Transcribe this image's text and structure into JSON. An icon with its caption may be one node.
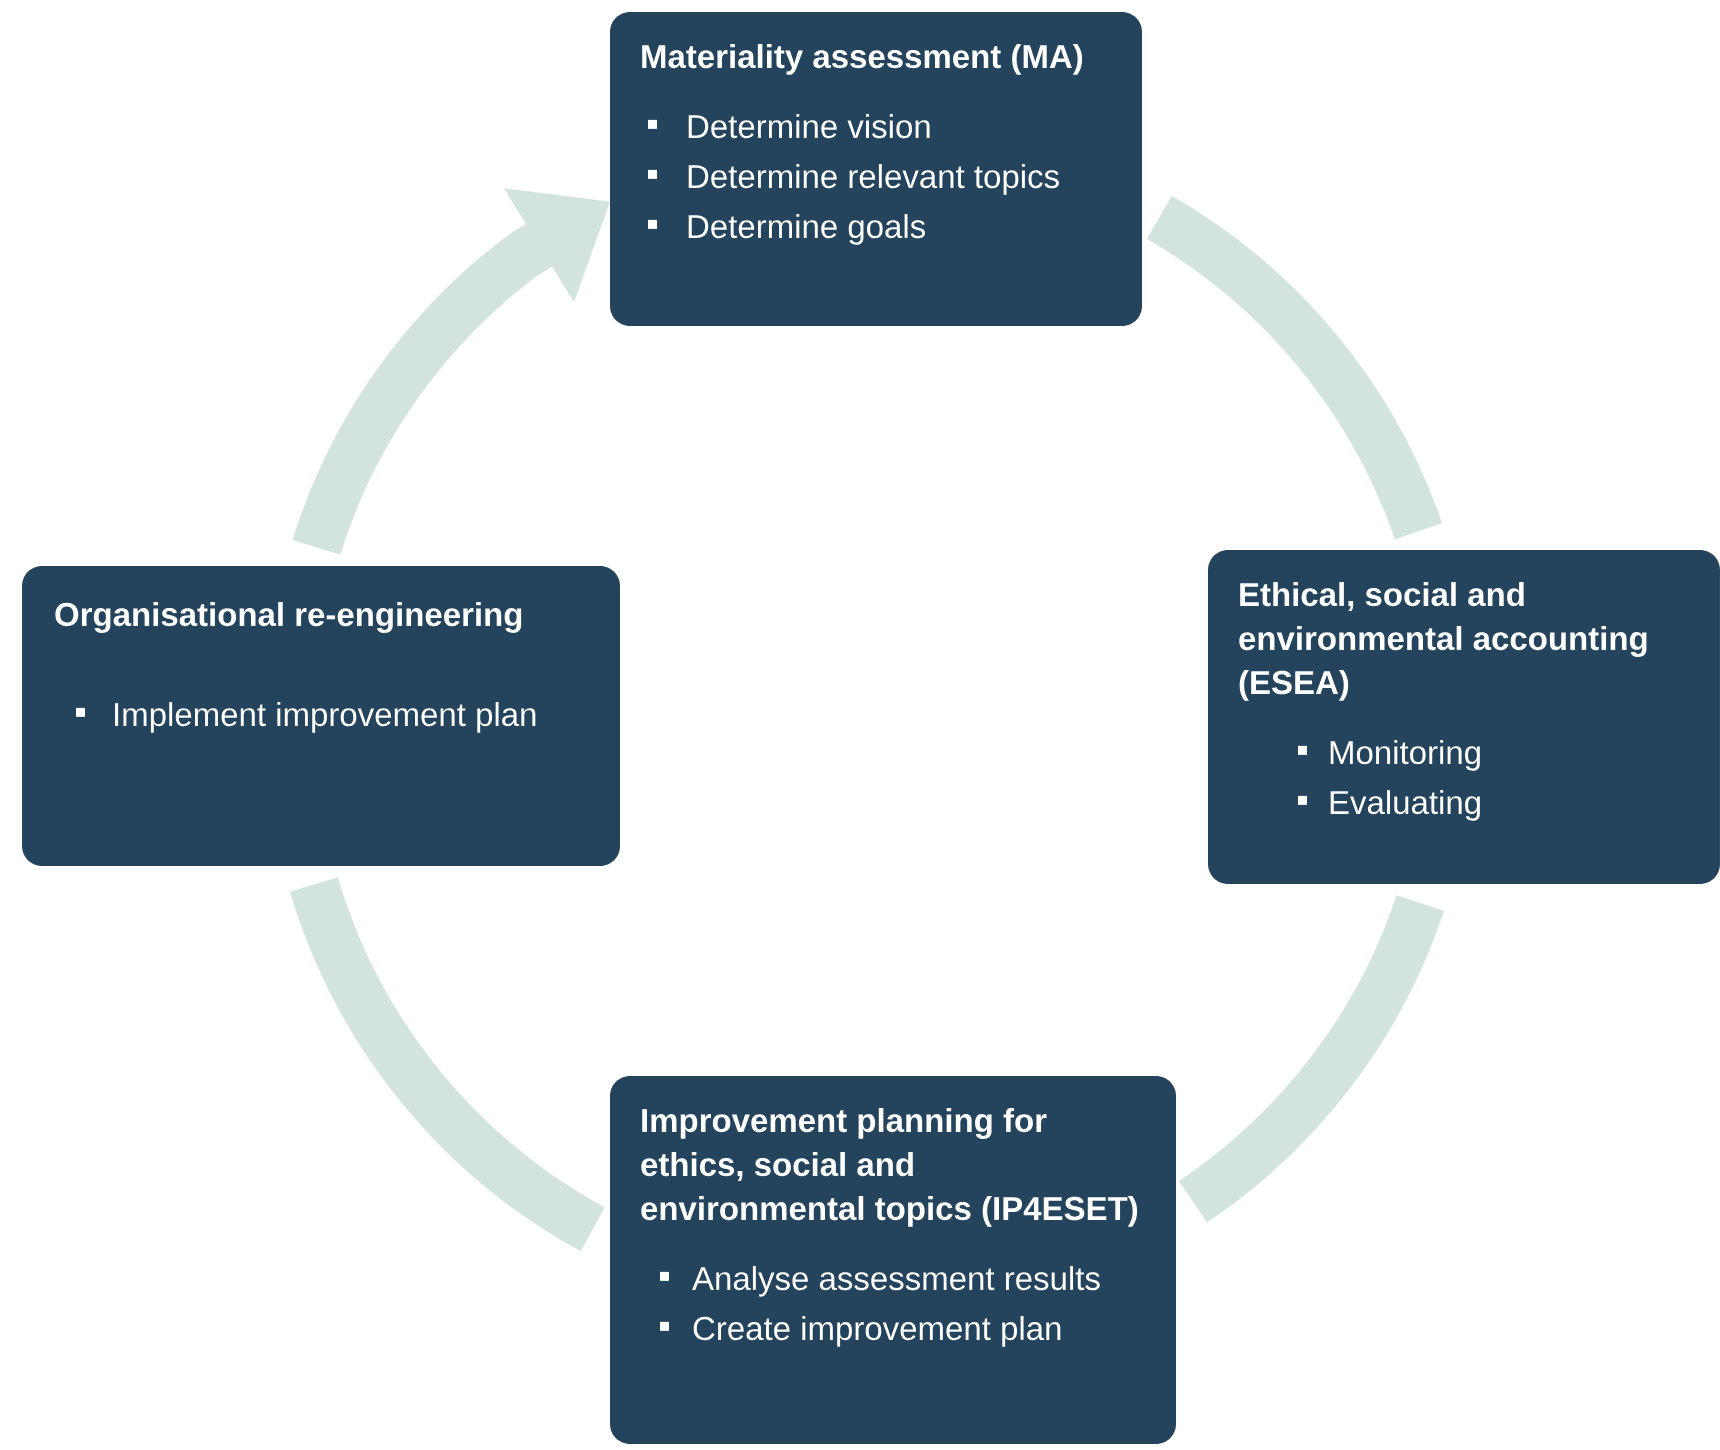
{
  "diagram": {
    "nodes": [
      {
        "text": [
          "Materiality assessment (MA)",
          "Determine vision",
          "Determine relevant topics",
          "Determine goals"
        ]
      },
      {
        "text": [
          "Ethical, social and environmental accounting (ESEA)",
          "Monitoring",
          "Evaluating"
        ]
      },
      {
        "text": [
          "Improvement planning for ethics, social and environmental topics (IP4ESET)",
          "Analyse assessment results",
          "Create improvement plan"
        ]
      },
      {
        "text": [
          "Organisational re-engineering",
          "Implement improvement plan"
        ]
      }
    ],
    "edges": [
      {
        "from": 0,
        "to": 1,
        "arrow": "none"
      },
      {
        "from": 1,
        "to": 2,
        "arrow": "none"
      },
      {
        "from": 2,
        "to": 3,
        "arrow": "none"
      },
      {
        "from": 3,
        "to": 0,
        "arrow": "to"
      }
    ]
  }
}
